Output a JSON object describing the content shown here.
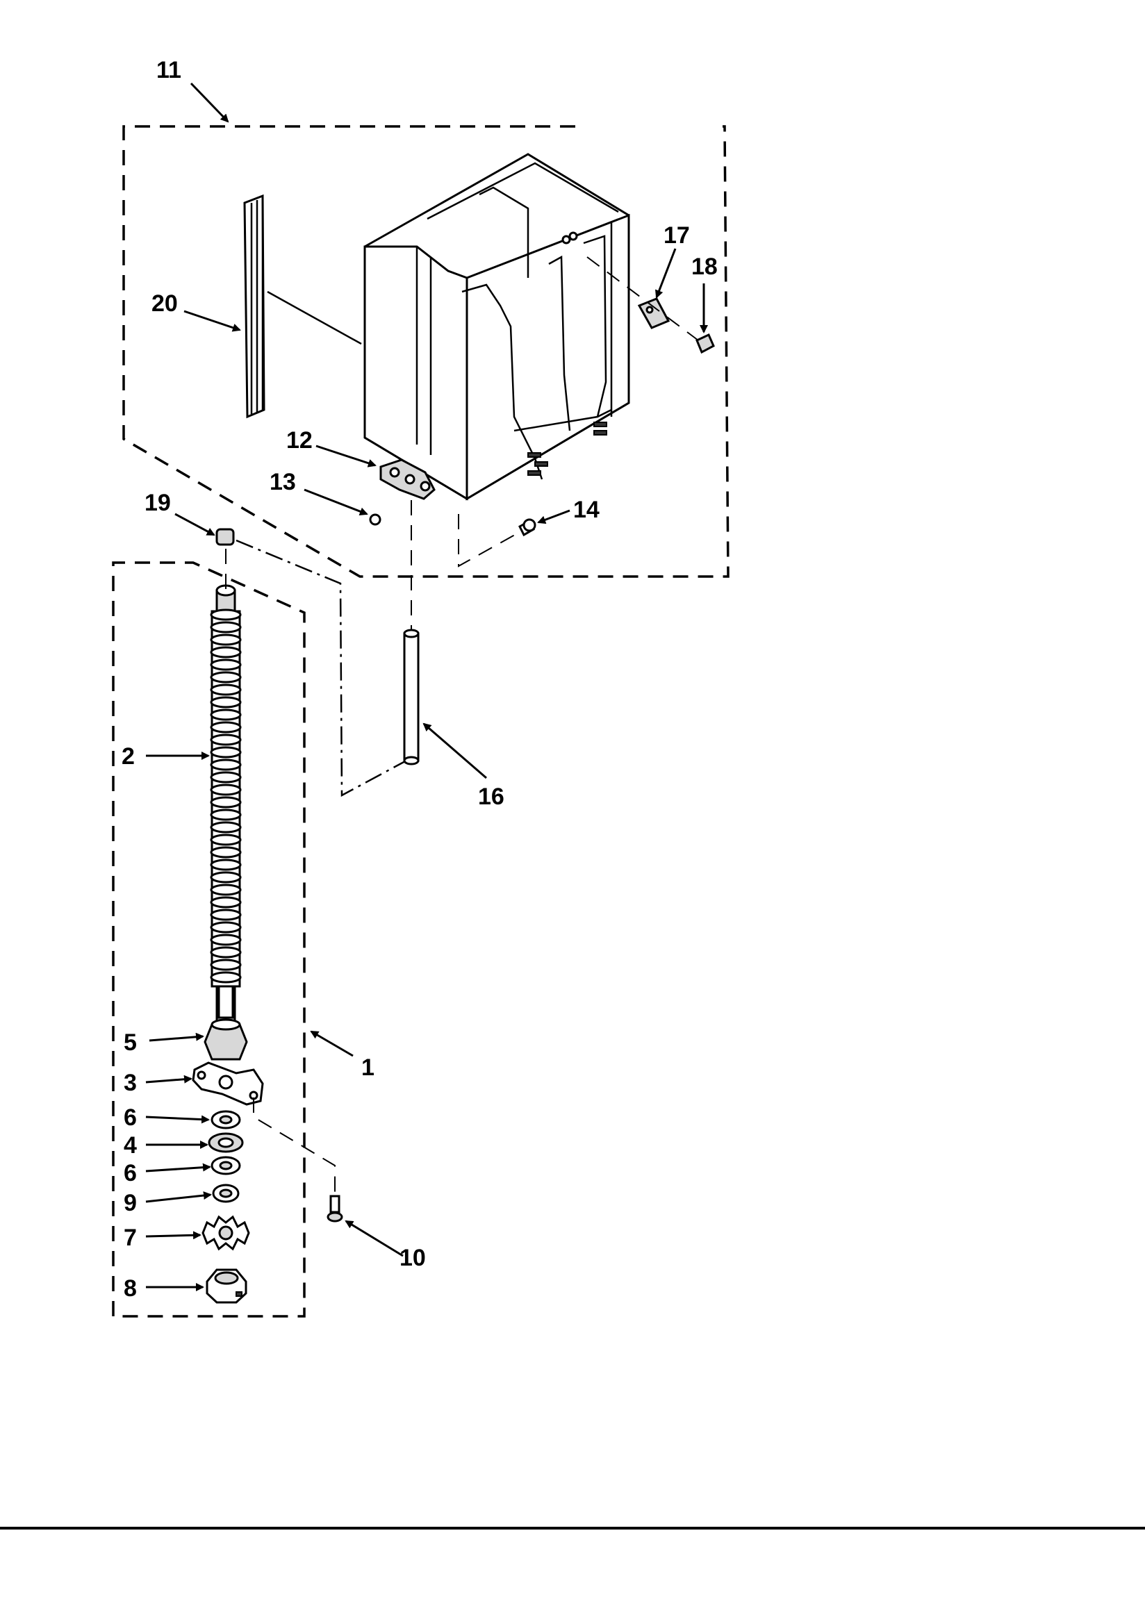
{
  "callouts": {
    "c1": "1",
    "c2": "2",
    "c3": "3",
    "c4": "4",
    "c5": "5",
    "c6a": "6",
    "c6b": "6",
    "c7": "7",
    "c8": "8",
    "c9": "9",
    "c10": "10",
    "c11": "11",
    "c12": "12",
    "c13": "13",
    "c14": "14",
    "c16": "16",
    "c17": "17",
    "c18": "18",
    "c19": "19",
    "c20": "20"
  }
}
